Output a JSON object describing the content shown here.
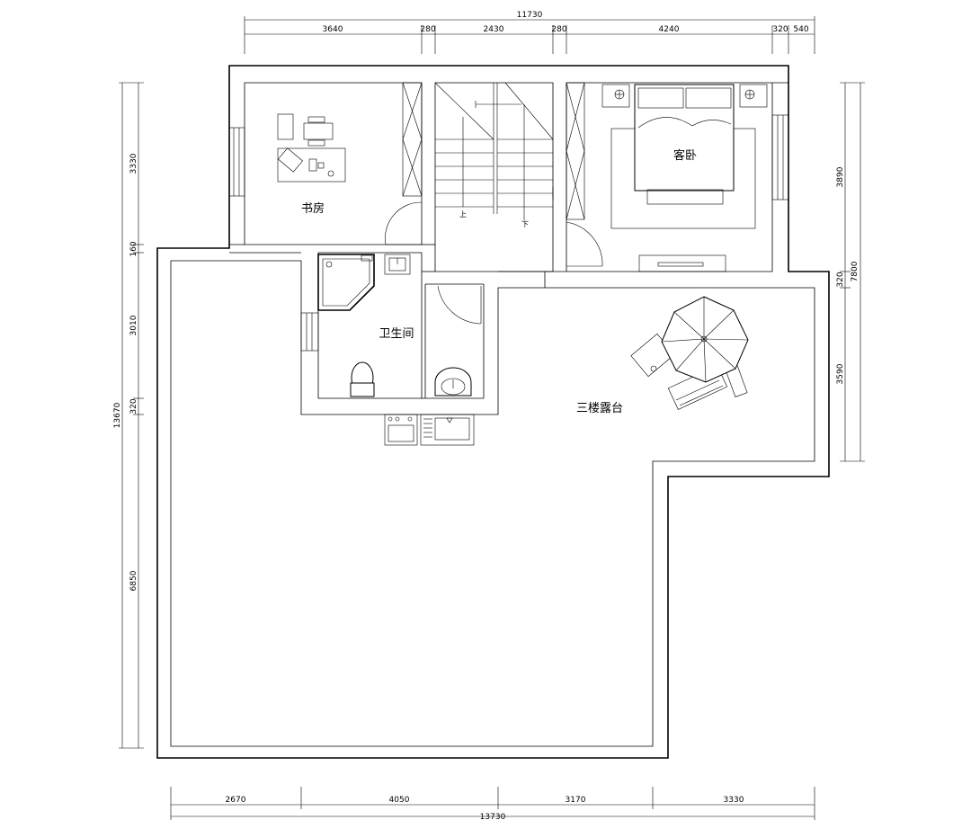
{
  "dimensions": {
    "top_total": "11730",
    "top_segments": [
      "3640",
      "280",
      "2430",
      "280",
      "4240",
      "320",
      "540"
    ],
    "bottom_total": "13730",
    "bottom_segments": [
      "2670",
      "4050",
      "3170",
      "3330"
    ],
    "left_total": "13670",
    "left_segments": [
      "3330",
      "160",
      "3010",
      "320",
      "6850"
    ],
    "right_total": "7800",
    "right_segments": [
      "3890",
      "320",
      "3590"
    ]
  },
  "rooms": {
    "study": "书房",
    "guest_bedroom": "客卧",
    "bathroom": "卫生间",
    "terrace": "三楼露台"
  },
  "stairs": {
    "up": "上",
    "down": "下"
  }
}
